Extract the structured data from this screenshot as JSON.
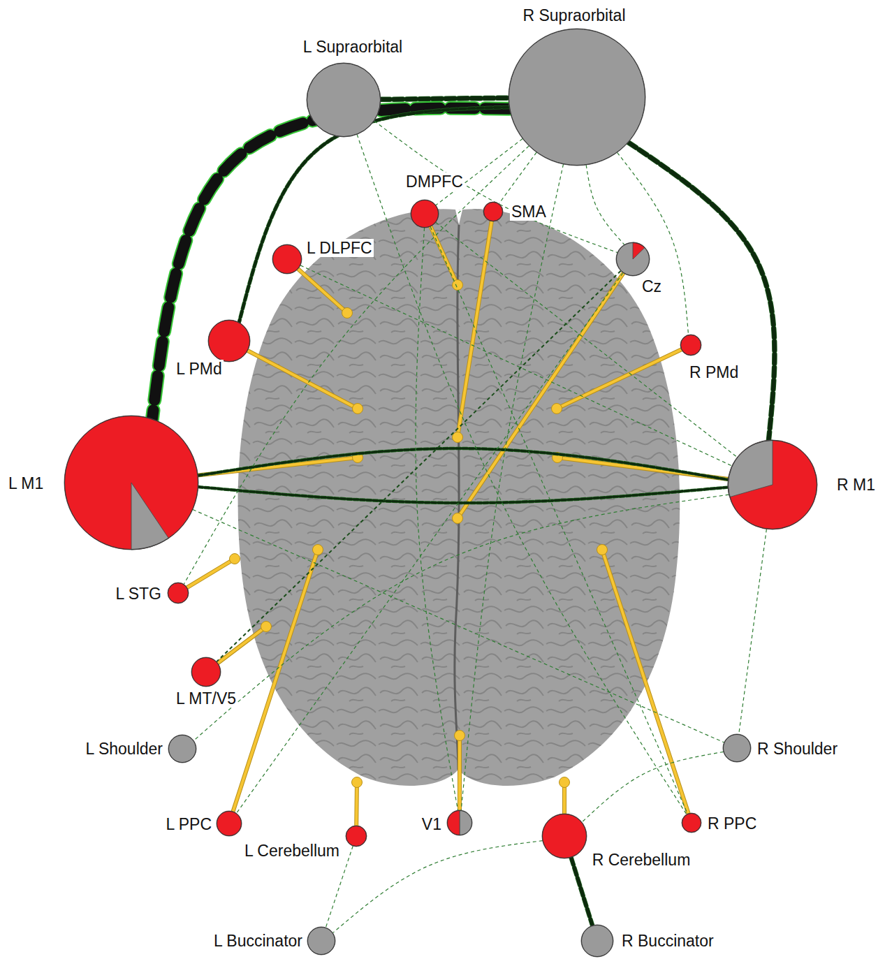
{
  "diagram": {
    "nodes": [
      {
        "text": [
          "L Supraorbital"
        ]
      },
      {
        "text": [
          "R Supraorbital"
        ]
      },
      {
        "text": [
          "DMPFC"
        ]
      },
      {
        "text": [
          "SMA"
        ]
      },
      {
        "text": [
          "L DLPFC"
        ]
      },
      {
        "text": [
          "Cz"
        ]
      },
      {
        "text": [
          "L PMd"
        ]
      },
      {
        "text": [
          "R PMd"
        ]
      },
      {
        "text": [
          "L M1"
        ]
      },
      {
        "text": [
          "R M1"
        ]
      },
      {
        "text": [
          "L STG"
        ]
      },
      {
        "text": [
          "L MT/V5"
        ]
      },
      {
        "text": [
          "L Shoulder"
        ]
      },
      {
        "text": [
          "R Shoulder"
        ]
      },
      {
        "text": [
          "L PPC"
        ]
      },
      {
        "text": [
          "L Cerebellum"
        ]
      },
      {
        "text": [
          "V1"
        ]
      },
      {
        "text": [
          "R Cerebellum"
        ]
      },
      {
        "text": [
          "R PPC"
        ]
      },
      {
        "text": [
          "L Buccinator"
        ]
      },
      {
        "text": [
          "R Buccinator"
        ]
      }
    ],
    "edges": [
      {
        "from": 0,
        "to": 1,
        "arrow": "none"
      },
      {
        "from": 1,
        "to": 8,
        "arrow": "none"
      },
      {
        "from": 1,
        "to": 9,
        "arrow": "none"
      },
      {
        "from": 1,
        "to": 6,
        "arrow": "none"
      },
      {
        "from": 8,
        "to": 9,
        "arrow": "none"
      },
      {
        "from": 8,
        "to": 9,
        "arrow": "none"
      },
      {
        "from": 17,
        "to": 20,
        "arrow": "none"
      },
      {
        "from": 0,
        "to": 5,
        "arrow": "none"
      },
      {
        "from": 0,
        "to": 18,
        "arrow": "none"
      },
      {
        "from": 1,
        "to": 3,
        "arrow": "none"
      },
      {
        "from": 1,
        "to": 2,
        "arrow": "none"
      },
      {
        "from": 1,
        "to": 5,
        "arrow": "none"
      },
      {
        "from": 1,
        "to": 16,
        "arrow": "none"
      },
      {
        "from": 1,
        "to": 10,
        "arrow": "none"
      },
      {
        "from": 1,
        "to": 7,
        "arrow": "none"
      },
      {
        "from": 2,
        "to": 9,
        "arrow": "none"
      },
      {
        "from": 2,
        "to": 16,
        "arrow": "none"
      },
      {
        "from": 4,
        "to": 9,
        "arrow": "none"
      },
      {
        "from": 5,
        "to": 14,
        "arrow": "none"
      },
      {
        "from": 5,
        "to": 11,
        "arrow": "none"
      },
      {
        "from": 8,
        "to": 13,
        "arrow": "none"
      },
      {
        "from": 9,
        "to": 12,
        "arrow": "none"
      },
      {
        "from": 9,
        "to": 13,
        "arrow": "none"
      },
      {
        "from": 15,
        "to": 19,
        "arrow": "none"
      },
      {
        "from": 17,
        "to": 19,
        "arrow": "none"
      },
      {
        "from": 13,
        "to": 17,
        "arrow": "none"
      },
      {
        "from": 2,
        "to": 18,
        "arrow": "none"
      }
    ]
  }
}
